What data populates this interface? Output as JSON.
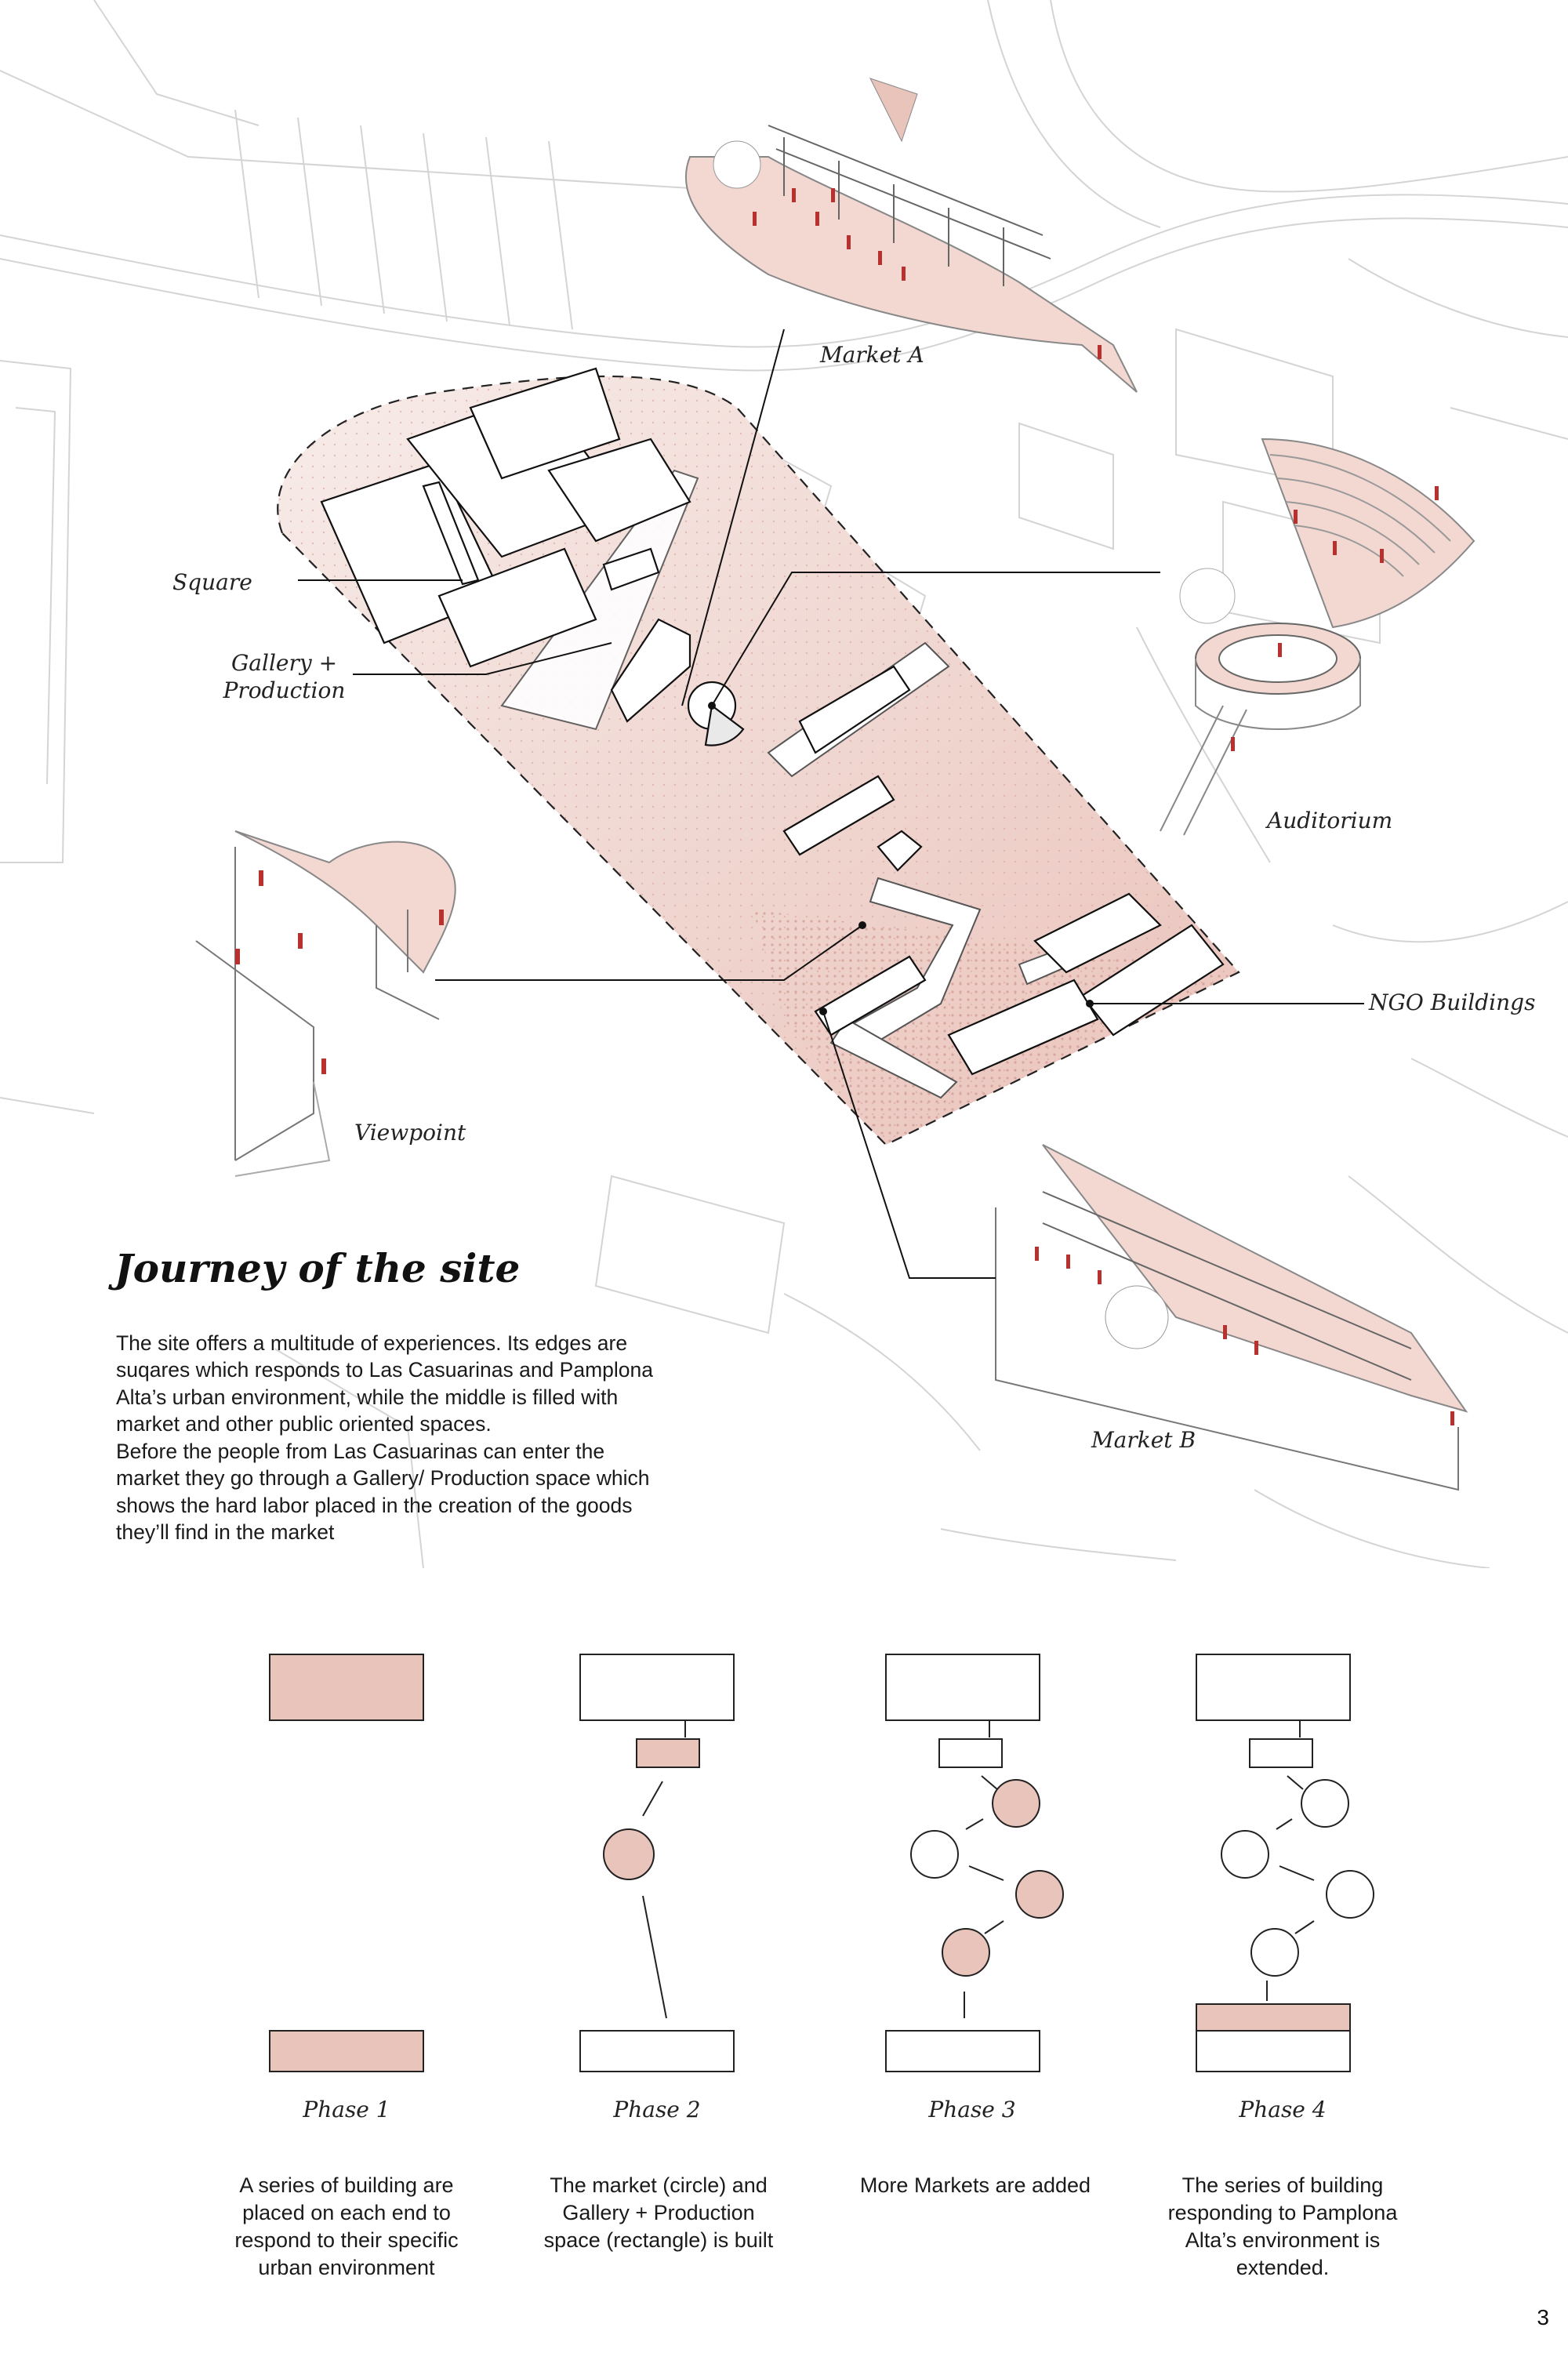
{
  "callouts": {
    "market_a": "Market A",
    "square": "Square",
    "gallery_line1": "Gallery +",
    "gallery_line2": "Production",
    "auditorium": "Auditorium",
    "ngo": "NGO Buildings",
    "viewpoint": "Viewpoint",
    "market_b": "Market B"
  },
  "journey": {
    "title": "Journey of the site",
    "lines": [
      "The site offers a multitude of experiences. Its edges are",
      "suqares which responds to Las Casuarinas and Pamplona",
      "Alta’s urban environment, while the middle is filled with",
      "market and other public oriented spaces.",
      "Before the people from Las Casuarinas can enter the",
      "market they go through a Gallery/ Production space which",
      "shows the hard labor placed in the creation of the goods",
      "they’ll find in the market"
    ]
  },
  "phases": [
    {
      "label": "Phase 1",
      "description": [
        "A series of building are",
        "placed on each end to",
        "respond to their specific",
        "urban environment"
      ]
    },
    {
      "label": "Phase 2",
      "description": [
        "The market (circle) and",
        "Gallery + Production",
        "space (rectangle) is built"
      ]
    },
    {
      "label": "Phase 3",
      "description": [
        "More Markets are added"
      ]
    },
    {
      "label": "Phase 4",
      "description": [
        "The series of building",
        "responding to Pamplona",
        "Alta’s environment is",
        "extended."
      ]
    }
  ],
  "colors": {
    "accent_fill": "#e8c4bb",
    "accent_red": "#b8312f",
    "site_tint": "#f1d9d3",
    "line": "#1a1a1a",
    "map_line": "#cfcfcf"
  },
  "page_number": "3"
}
